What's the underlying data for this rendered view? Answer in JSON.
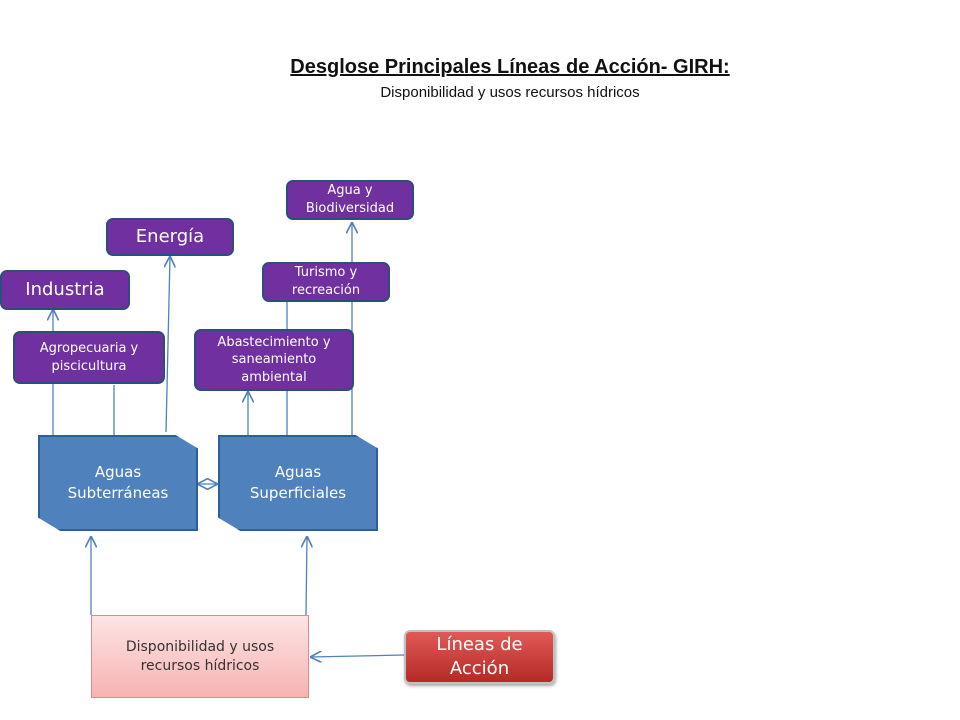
{
  "title": "Desglose Principales Líneas de Acción- GIRH:",
  "subtitle": "Disponibilidad y usos recursos hídricos",
  "nodes": {
    "agua_biodiversidad": "Agua  y Biodiversidad",
    "energia": "Energía",
    "turismo": "Turismo y recreación",
    "industria": "Industria",
    "agropecuaria": "Agropecuaria y piscicultura",
    "abastecimiento": "Abastecimiento y saneamiento ambiental",
    "aguas_subterraneas": "Aguas Subterráneas",
    "aguas_superficiales": "Aguas Superficiales",
    "disponibilidad": "Disponibilidad y usos recursos hídricos",
    "lineas_accion": "Líneas de Acción"
  },
  "colors": {
    "purple": "#7030a0",
    "blue": "#4f81bd",
    "pink": "#f7b3b3",
    "red": "#c0392b",
    "connector": "#4f81bd"
  }
}
